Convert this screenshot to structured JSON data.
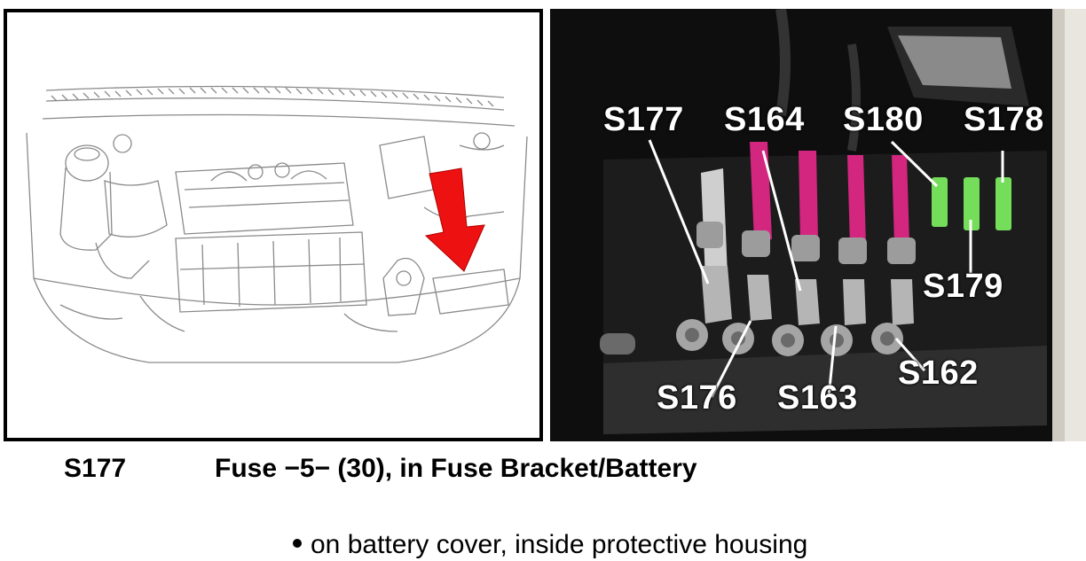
{
  "photo_labels": {
    "s177": "S177",
    "s164": "S164",
    "s180": "S180",
    "s178": "S178",
    "s179": "S179",
    "s176": "S176",
    "s163": "S163",
    "s162": "S162"
  },
  "caption": {
    "code": "S177",
    "title": "Fuse −5− (30), in Fuse Bracket/Battery",
    "note": "on battery cover, inside protective housing"
  },
  "colors": {
    "arrow": "#ee1111",
    "fuse_green": "#74dd5a",
    "cable_pink": "#d2267f",
    "photo_background": "#0e0e0e"
  }
}
